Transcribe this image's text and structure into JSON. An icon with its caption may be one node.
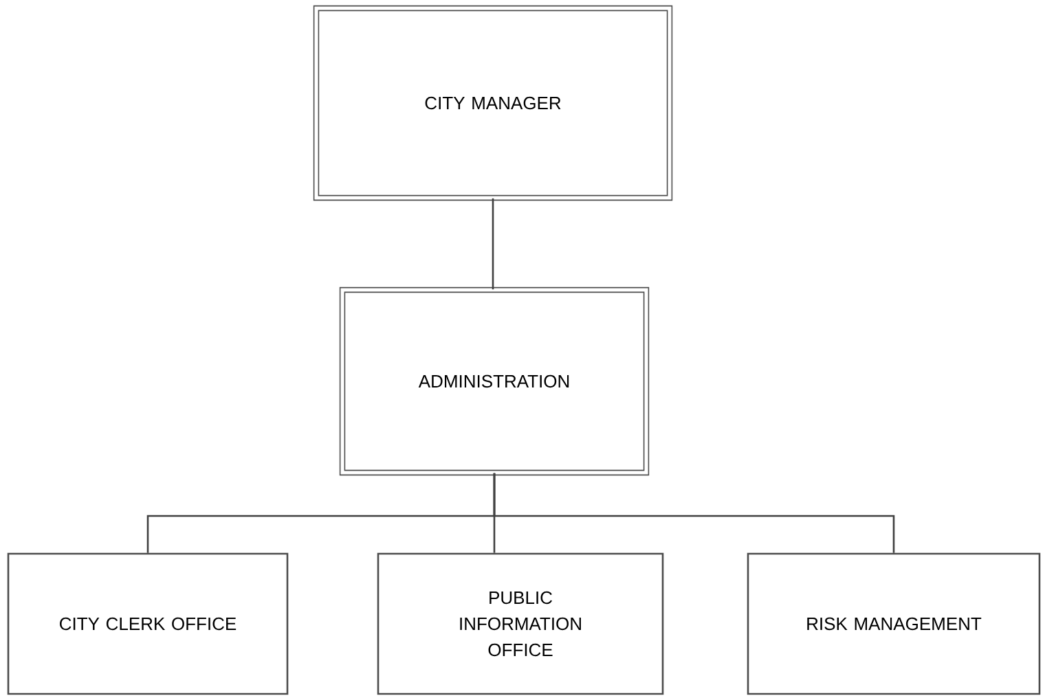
{
  "diagram": {
    "nodes": [
      {
        "text": [
          "CITY MANAGER"
        ]
      },
      {
        "text": [
          "ADMINISTRATION"
        ]
      },
      {
        "text": [
          "CITY CLERK OFFICE"
        ]
      },
      {
        "text": [
          "PUBLIC INFORMATION OFFICE"
        ]
      },
      {
        "text": [
          "RISK MANAGEMENT"
        ]
      }
    ],
    "edges": [
      {
        "from": 0,
        "to": 1,
        "arrow": "none"
      },
      {
        "from": 1,
        "to": 2,
        "arrow": "none"
      },
      {
        "from": 1,
        "to": 3,
        "arrow": "none"
      },
      {
        "from": 1,
        "to": 4,
        "arrow": "none"
      }
    ]
  }
}
